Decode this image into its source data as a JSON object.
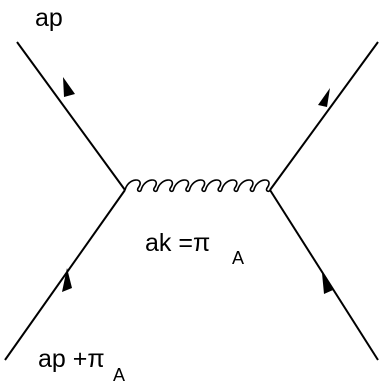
{
  "diagram": {
    "type": "feynman-diagram",
    "line_color": "#000000",
    "background": "#ffffff",
    "labels": {
      "top_left": "ap",
      "gluon_prefix": "ak =",
      "gluon_symbol": "π",
      "gluon_subscript": "A",
      "bottom_left_prefix": "ap +",
      "bottom_left_symbol": "π",
      "bottom_left_subscript": "A"
    },
    "lines": [
      {
        "name": "incoming-fermion-left",
        "arrow_direction": "up"
      },
      {
        "name": "outgoing-fermion-left",
        "arrow_direction": "up"
      },
      {
        "name": "outgoing-fermion-right",
        "arrow_direction": "up"
      },
      {
        "name": "incoming-fermion-right",
        "arrow_direction": "up-left"
      }
    ],
    "propagator": {
      "name": "gluon-propagator",
      "style": "curly",
      "loops": 9
    }
  }
}
